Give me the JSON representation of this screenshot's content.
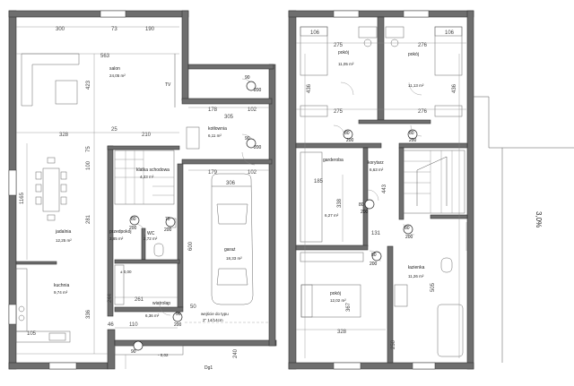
{
  "rooms": {
    "salon": {
      "name": "salon",
      "area": "24,05 m²"
    },
    "jadalnia": {
      "name": "jadalnia",
      "area": "12,25 m²"
    },
    "kuchnia": {
      "name": "kuchnia",
      "area": "9,74 m²"
    },
    "klatka": {
      "name": "klatka schodowa",
      "area": "4,33 m²"
    },
    "przedpokoj": {
      "name": "przedpokój",
      "area": "3,85 m²"
    },
    "wc": {
      "name": "WC",
      "area": "2,72 m²"
    },
    "wiatrolap": {
      "name": "wiatrołap",
      "area": "6,36 m²"
    },
    "kotlownia": {
      "name": "kotłownia",
      "area": "6,11 m²"
    },
    "garaz": {
      "name": "garaż",
      "area": "18,33 m²"
    },
    "pokoj1": {
      "name": "pokój",
      "area": "11,05 m²"
    },
    "pokoj2": {
      "name": "pokój",
      "area": "11,13 m²"
    },
    "korytarz": {
      "name": "korytarz",
      "area": "6,63 m²"
    },
    "garderoba": {
      "name": "garderoba",
      "area": "6,27 m²"
    },
    "lazienka": {
      "name": "łazienka",
      "area": "11,26 m²"
    },
    "pokoj3": {
      "name": "pokój",
      "area": "12,02 m²"
    }
  },
  "labels": {
    "tv": "TV",
    "level0": "± 0,00",
    "levelMinus": "- 0,02",
    "entrance1": "wejście do  typu",
    "entrance2": "2\" 14/14cm",
    "roof": "3,0%",
    "axis": "Dg1"
  },
  "dims": {
    "d300": "300",
    "d73": "73",
    "d190": "190",
    "d563": "563",
    "d423": "423",
    "d328": "328",
    "d25": "25",
    "d210": "210",
    "d100": "100",
    "d75": "75",
    "d1165": "1165",
    "d281": "281",
    "d336": "336",
    "d244": "244",
    "d261": "261",
    "d110": "110",
    "d46": "46",
    "d105": "105",
    "d50": "50",
    "d178": "178",
    "d305": "305",
    "d102": "102",
    "d179": "179",
    "d600": "600",
    "d306": "306",
    "d240": "240",
    "d275": "275",
    "d276": "276",
    "d106": "106",
    "d436": "436",
    "d185": "185",
    "d338": "338",
    "d443": "443",
    "d131": "131",
    "d367": "367",
    "d505": "505",
    "d250": "250",
    "d328b": "328"
  },
  "doors": {
    "w80": "80",
    "h200": "200",
    "w90": "90",
    "w70": "70"
  }
}
